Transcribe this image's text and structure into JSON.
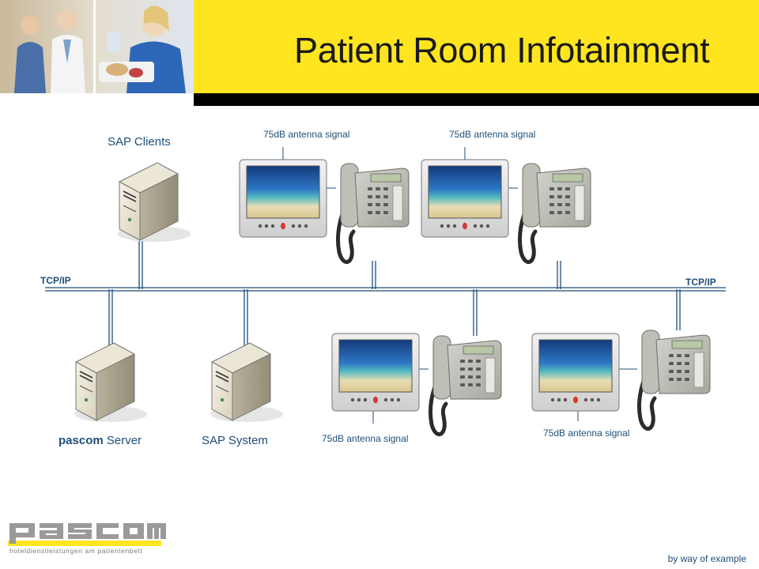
{
  "header": {
    "title": "Patient Room Infotainment"
  },
  "diagram": {
    "sap_clients": "SAP Clients",
    "tcp_ip_left": "TCP/IP",
    "tcp_ip_right": "TCP/IP",
    "pascom_server_bold": "pascom",
    "pascom_server_rest": " Server",
    "sap_system": "SAP System",
    "antenna_1": "75dB antenna  signal",
    "antenna_2": "75dB antenna  signal",
    "antenna_3": "75dB antenna  signal",
    "antenna_4": "75dB antenna  signal"
  },
  "footer": {
    "logo_text": "pascom",
    "logo_tagline": "hoteldienstleistungen am patientenbett",
    "note": "by way of example"
  },
  "colors": {
    "accent_yellow": "#FFE51F",
    "network_blue": "#1F4E79",
    "bar_black": "#000000"
  }
}
